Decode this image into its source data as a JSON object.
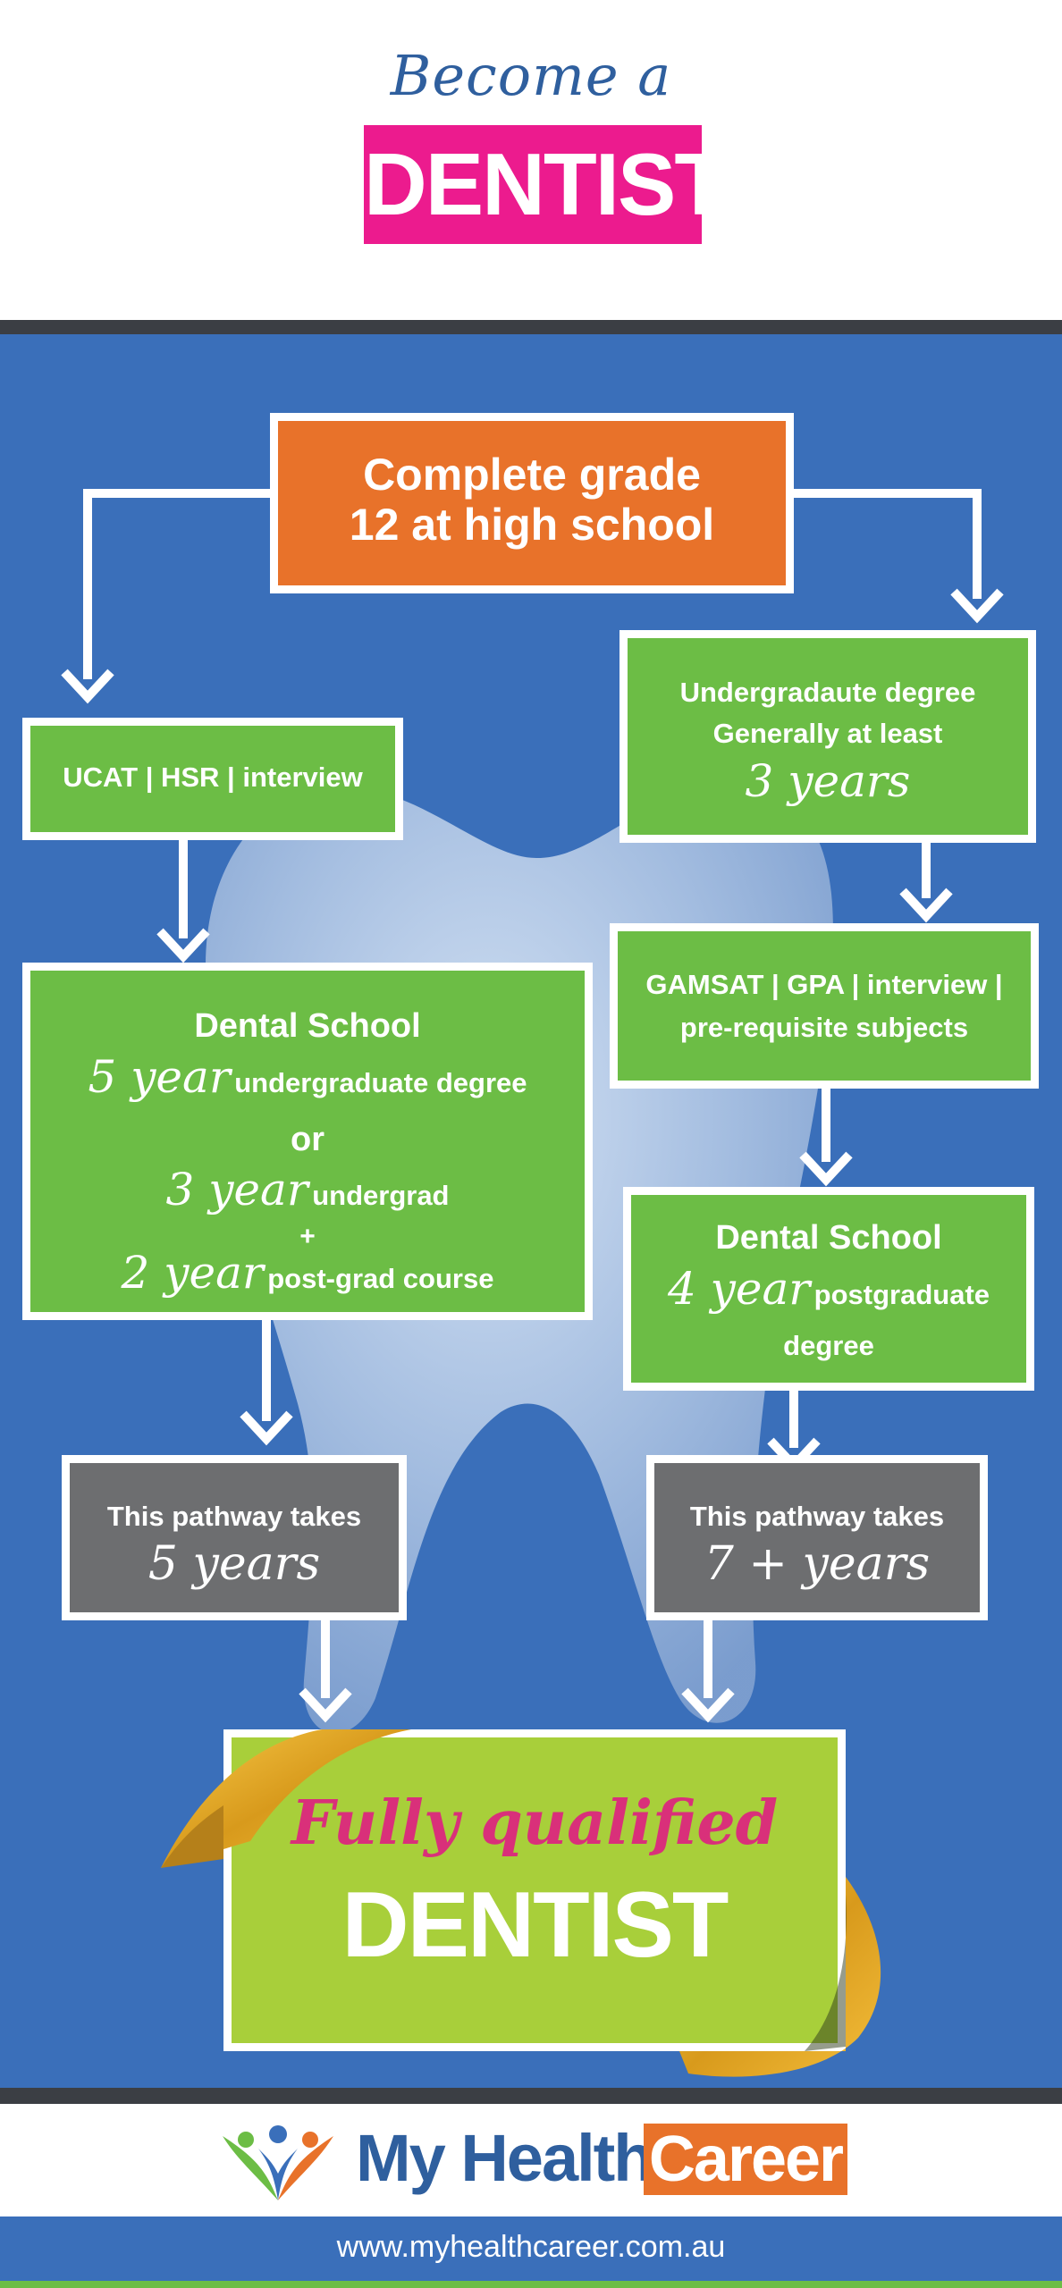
{
  "header": {
    "line1": "Become a",
    "badge": "DENTIST"
  },
  "steps": {
    "start": {
      "line1": "Complete grade",
      "line2": "12 at high school"
    },
    "left_entry": "UCAT | HSR | interview",
    "right_undergrad": {
      "line1": "Undergradaute degree",
      "line2": "Generally at least",
      "duration": "3 years"
    },
    "right_entry": {
      "line1": "GAMSAT | GPA | interview |",
      "line2": "pre-requisite subjects"
    },
    "left_school": {
      "title": "Dental School",
      "opt1_script": "5 year",
      "opt1_text": "undergraduate degree",
      "or": "or",
      "opt2_script": "3 year",
      "opt2_text": "undergrad",
      "plus": "+",
      "opt3_script": "2 year",
      "opt3_text": "post-grad course"
    },
    "right_school": {
      "title": "Dental School",
      "script": "4 year",
      "text": "postgraduate",
      "text2": "degree"
    },
    "left_total": {
      "label": "This pathway takes",
      "value": "5 years"
    },
    "right_total": {
      "label": "This pathway takes",
      "value": "7 + years"
    },
    "final": {
      "line1": "Fully qualified",
      "line2": "DENTIST"
    }
  },
  "footer": {
    "brand_part1": "My Health",
    "brand_part2": "Career",
    "url": "www.myhealthcareer.com.au"
  },
  "colors": {
    "background_blue": "#3a6fba",
    "orange": "#e8722a",
    "green": "#6cbd45",
    "grey": "#6d6e70",
    "lime": "#a8cf3a",
    "pink": "#ec1b8e",
    "dark_bar": "#3b3e44"
  }
}
